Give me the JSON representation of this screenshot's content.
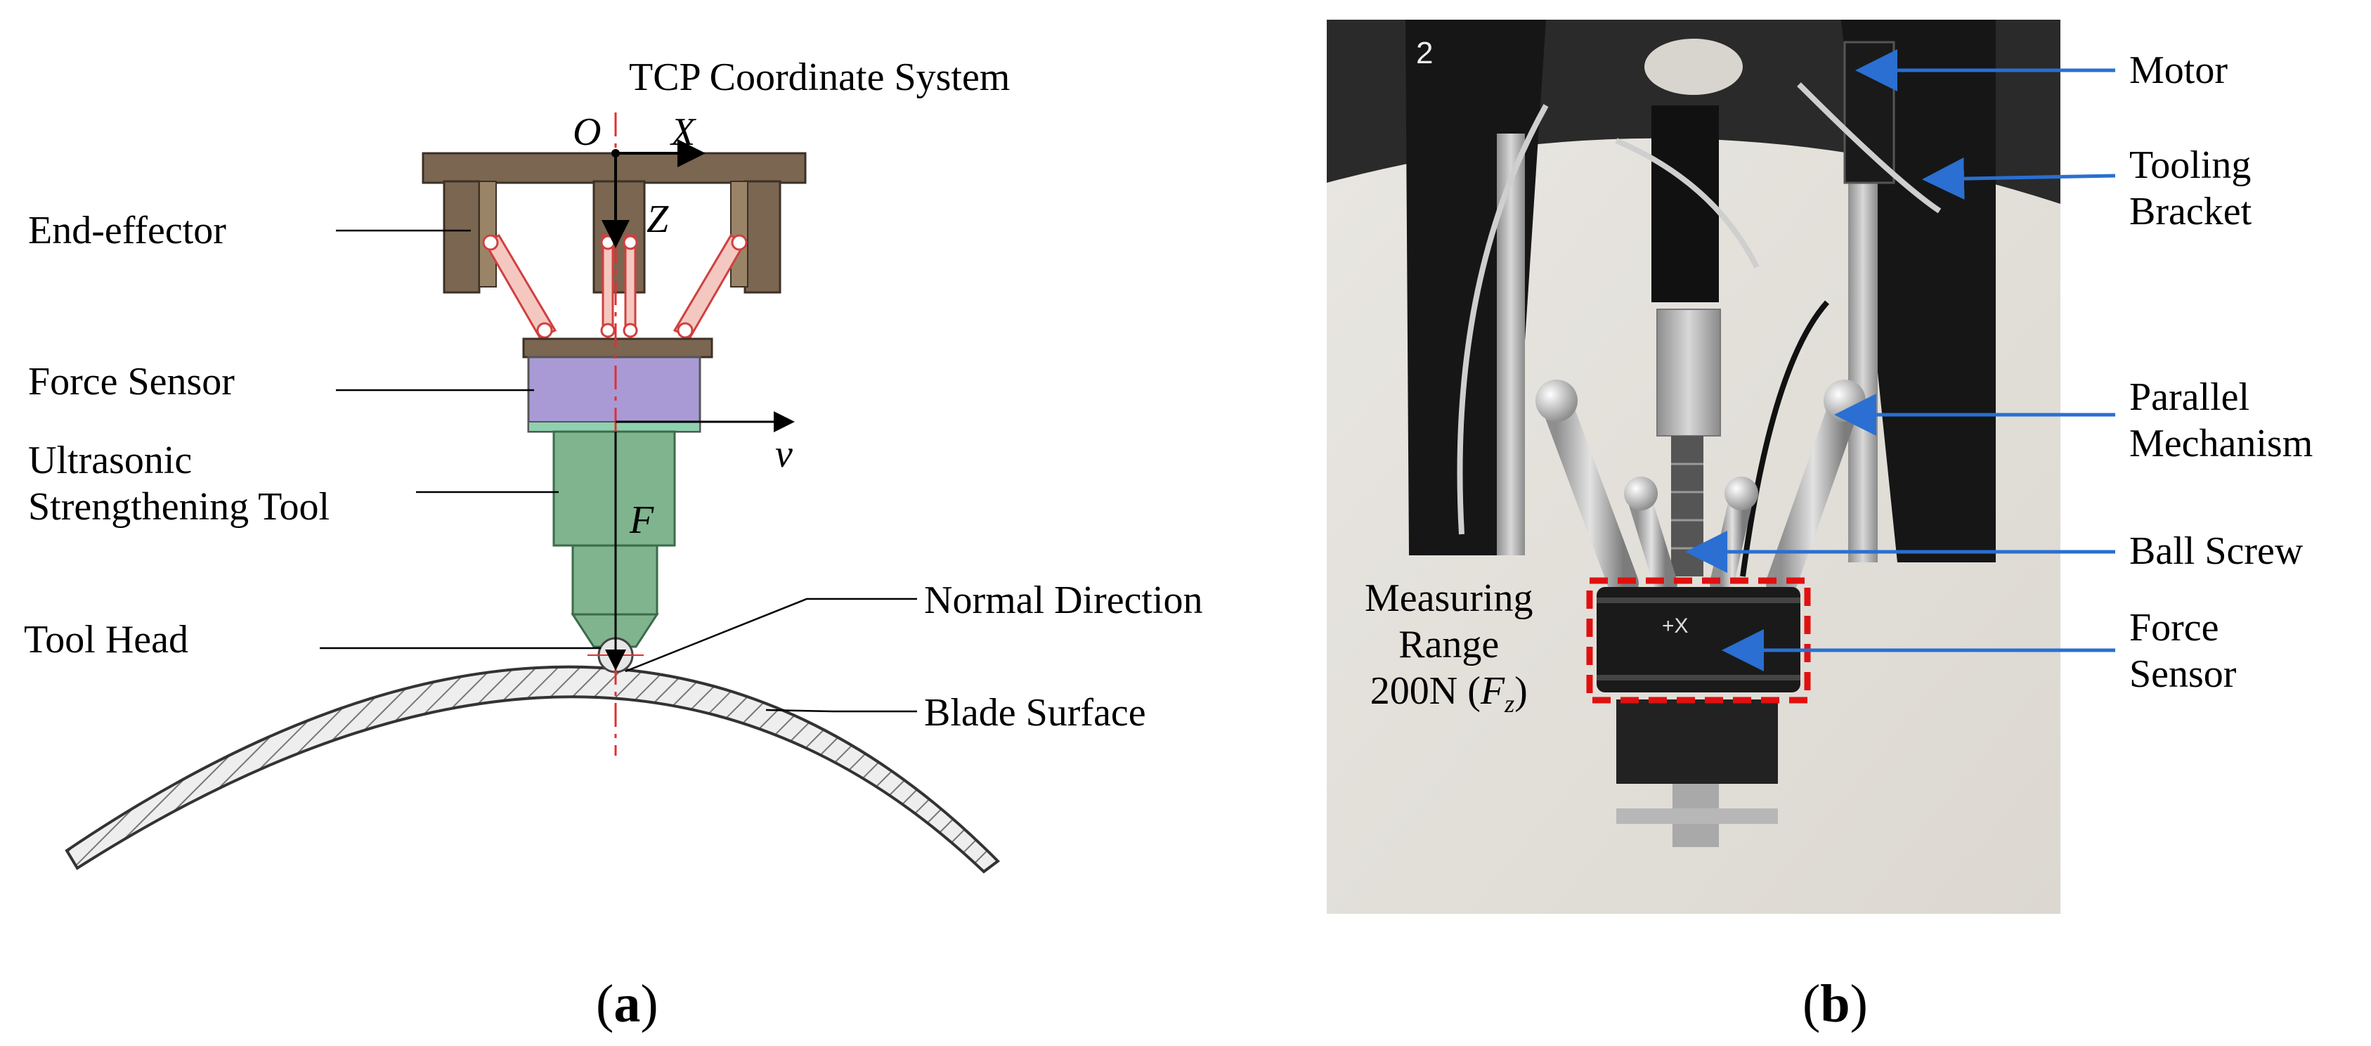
{
  "panel_a": {
    "caption_letter": "a",
    "coord_title": "TCP Coordinate System",
    "axis_o": "O",
    "axis_x": "X",
    "axis_z": "Z",
    "axis_v": "v",
    "axis_f": "F",
    "labels": {
      "end_effector": "End-effector",
      "force_sensor": "Force Sensor",
      "tool_line1": "Ultrasonic",
      "tool_line2": "Strengthening Tool",
      "tool_head": "Tool Head",
      "normal_direction": "Normal Direction",
      "blade_surface": "Blade Surface"
    }
  },
  "panel_b": {
    "caption_letter": "b",
    "labels": {
      "motor": "Motor",
      "bracket_line1": "Tooling",
      "bracket_line2": "Bracket",
      "parallel_line1": "Parallel",
      "parallel_line2": "Mechanism",
      "ball_screw": "Ball Screw",
      "force_line1": "Force",
      "force_line2": "Sensor",
      "range_line1": "Measuring",
      "range_line2": "Range",
      "range_value": "200N (",
      "range_symbol": "F",
      "range_subscript": "z",
      "range_close": ")"
    },
    "photo_marks": {
      "bracket_number": "2",
      "sensor_axis": "+X"
    }
  },
  "colors": {
    "bracket_brown": "#7a6651",
    "sensor_purple": "#a99ad6",
    "tool_green": "#7fb48f",
    "centerline_red": "#e03030",
    "arrow_blue": "#2a6fd1",
    "highlight_red": "#e01010"
  }
}
